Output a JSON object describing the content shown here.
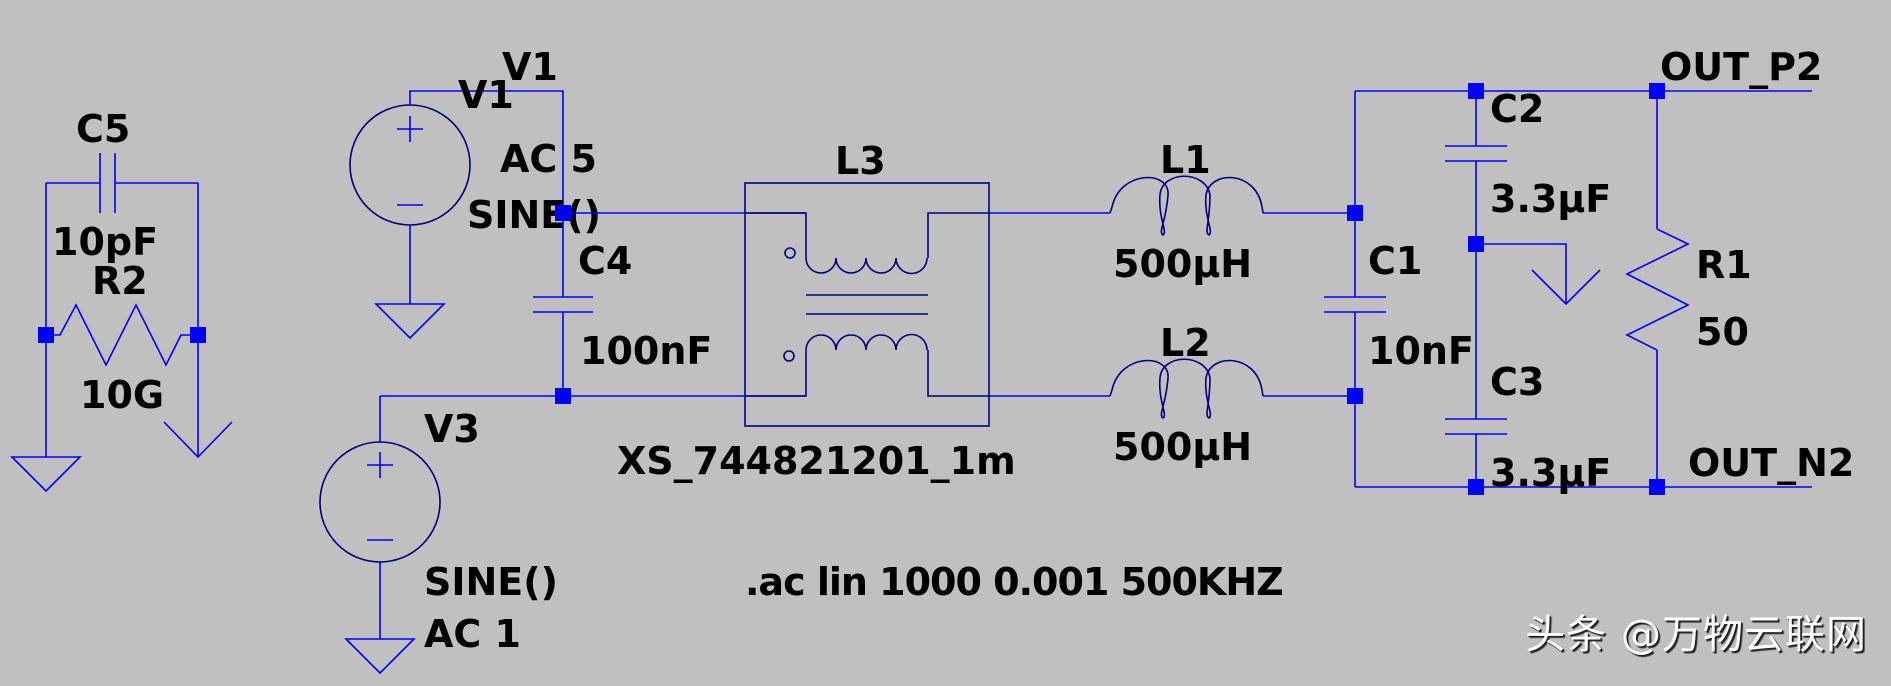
{
  "schematic": {
    "colors": {
      "background": "#c0c0c0",
      "wire": "#0000ff",
      "symbol": "#000080",
      "text": "#000000"
    },
    "components": {
      "C5": {
        "ref": "C5",
        "value": "10pF",
        "type": "capacitor"
      },
      "R2": {
        "ref": "R2",
        "value": "10G",
        "type": "resistor"
      },
      "V1": {
        "ref": "V1",
        "ref_dup": "V1",
        "line1": "AC 5",
        "line2": "SINE()",
        "type": "voltage-source"
      },
      "C4": {
        "ref": "C4",
        "value": "100nF",
        "type": "capacitor"
      },
      "V3": {
        "ref": "V3",
        "line1": "SINE()",
        "line2": "AC 1",
        "type": "voltage-source"
      },
      "L3": {
        "ref": "L3",
        "value": "XS_744821201_1m",
        "type": "common-mode-choke"
      },
      "L1": {
        "ref": "L1",
        "value": "500µH",
        "type": "inductor"
      },
      "L2": {
        "ref": "L2",
        "value": "500µH",
        "type": "inductor"
      },
      "C1": {
        "ref": "C1",
        "value": "10nF",
        "type": "capacitor"
      },
      "C2": {
        "ref": "C2",
        "value": "3.3µF",
        "type": "capacitor"
      },
      "C3": {
        "ref": "C3",
        "value": "3.3µF",
        "type": "capacitor"
      },
      "R1": {
        "ref": "R1",
        "value": "50",
        "type": "resistor"
      }
    },
    "net_labels": {
      "out_p": "OUT_P2",
      "out_n": "OUT_N2"
    },
    "directive": ".ac lin 1000 0.001 500KHZ"
  },
  "watermark": "头条 @万物云联网"
}
